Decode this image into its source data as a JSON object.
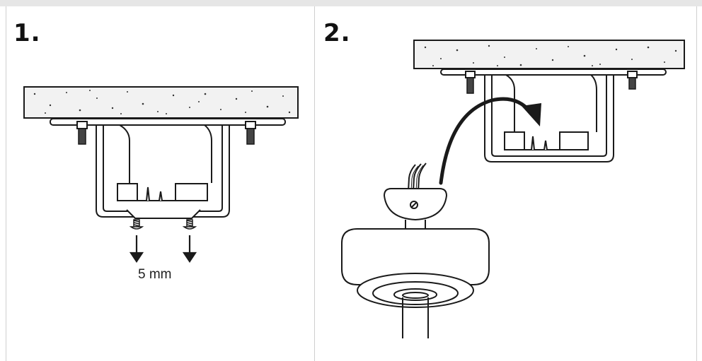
{
  "steps": [
    {
      "number": "1.",
      "measurement": "5 mm"
    },
    {
      "number": "2."
    }
  ],
  "colors": {
    "line": "#1a1a1a",
    "panel_border": "#cfcfcf",
    "top_bar": "#e6e6e6",
    "ceiling_fill": "#f2f2f2",
    "box_fill": "#ffffff"
  },
  "icons": [
    "arrow-down-icon",
    "curved-arrow-icon",
    "screw-icon"
  ]
}
